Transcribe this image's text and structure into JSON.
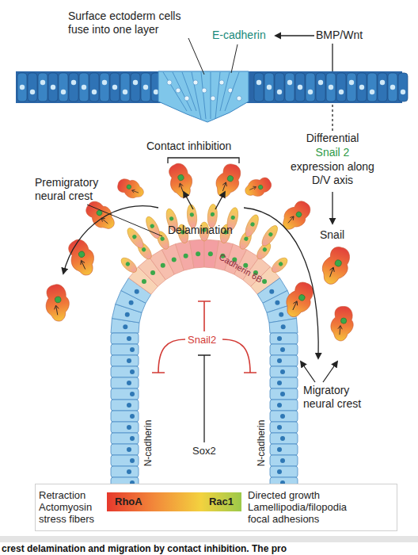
{
  "diagram": {
    "caption": "crest delamination and migration by contact inhibition. The pro",
    "nodes": [
      {
        "text": [
          "Retraction Actomyosin stress fibers",
          "Directed growth Lamellipodia/filopodia focal adhesions"
        ]
      },
      {
        "text": [
          "RhoA",
          "Rac1"
        ],
        "in": 0
      }
    ],
    "labels": [
      "Surface ectoderm cells fuse into one layer",
      "E-cadherin",
      "BMP/Wnt",
      "Contact inhibition",
      "Differential",
      "Snail 2",
      "expression along D/V axis",
      "Premigratory neural crest",
      "Delamination",
      "Snail",
      "Migratory neural crest",
      "Cadherin 6B",
      "Snail2",
      "Sox2",
      "N-cadherin",
      "N-cadherin"
    ]
  }
}
